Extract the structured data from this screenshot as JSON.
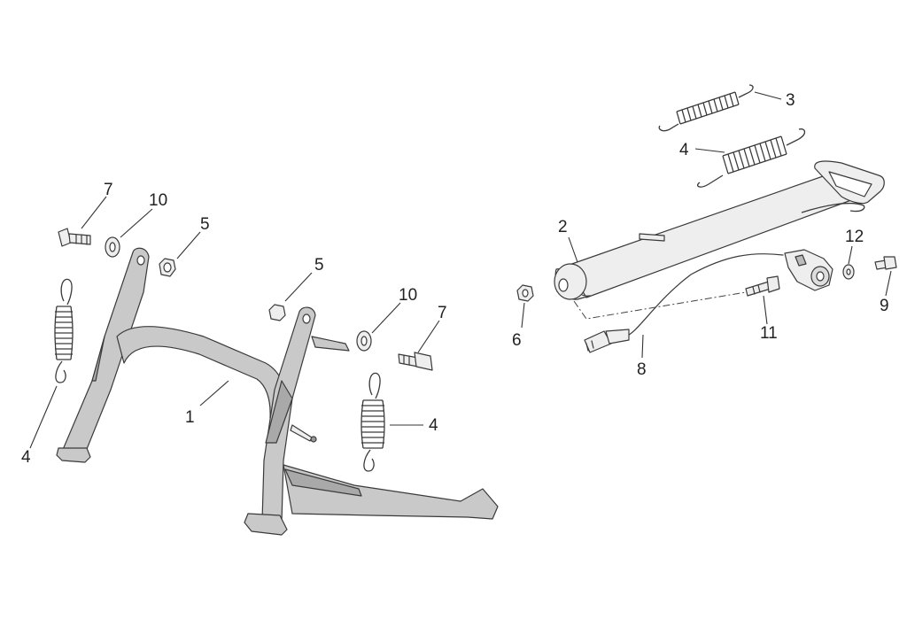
{
  "callouts": {
    "c1": "1",
    "c2": "2",
    "c3": "3",
    "c4_top": "4",
    "c4_left": "4",
    "c4_mid": "4",
    "c5_left": "5",
    "c5_mid": "5",
    "c6": "6",
    "c7_left": "7",
    "c7_mid": "7",
    "c8": "8",
    "c9": "9",
    "c10_left": "10",
    "c10_mid": "10",
    "c11": "11",
    "c12": "12"
  },
  "colors": {
    "stand_fill": "#c9c9c9",
    "line": "#3a3a3a",
    "background": "#ffffff"
  }
}
